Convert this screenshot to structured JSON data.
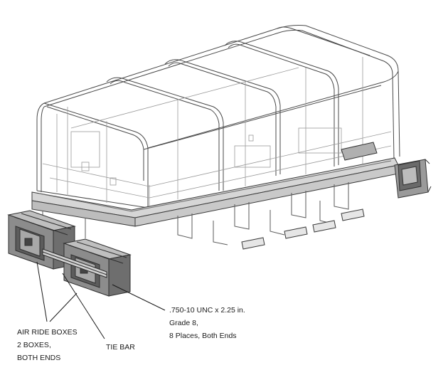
{
  "callouts": {
    "air_ride_boxes": {
      "line1": "AIR RIDE BOXES",
      "line2": "2 BOXES,",
      "line3": "BOTH ENDS"
    },
    "tie_bar": {
      "line1": "TIE BAR"
    },
    "bolts": {
      "line1": ".750-10 UNC x 2.25  in.",
      "line2": "Grade 8,",
      "line3": "8 Places, Both Ends"
    }
  },
  "colors": {
    "line": "#3a3a3a",
    "line_light": "#8a8a8a",
    "frame_fill": "#d6d6d6",
    "box_fill": "#9a9a9a",
    "box_dark": "#555555"
  }
}
